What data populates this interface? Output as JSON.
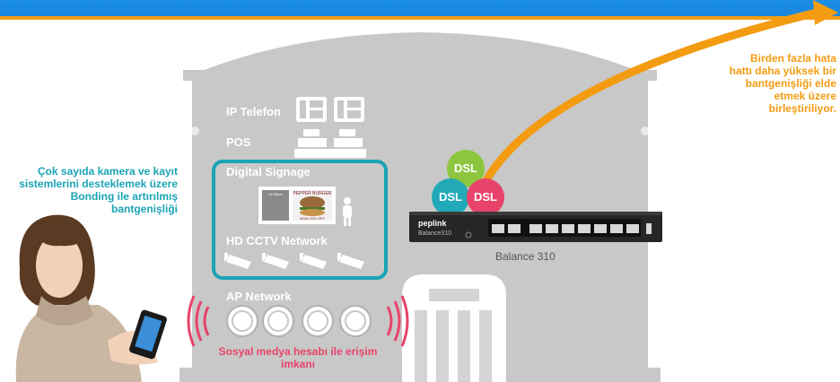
{
  "colors": {
    "topbar": "#1b84d8",
    "accent_stripe": "#f39c12",
    "building": "#c8c8c8",
    "teal": "#1ba4b5",
    "orange": "#f39c12",
    "pink": "#e8436b",
    "dsl_green": "#8cc63f",
    "dsl_teal": "#22a9b8",
    "dsl_pink": "#e8436b"
  },
  "building": {
    "ip_phone_label": "IP Telefon",
    "pos_label": "POS",
    "digital_signage_label": "Digital Signage",
    "hd_cctv_label": "HD CCTV Network",
    "ap_network_label": "AP Network",
    "signage_screen_text": "PEPPER BURGER",
    "signage_offer_text": "NOW 20% OFF",
    "signage_time_text": "12:30pm"
  },
  "notes": {
    "left": "Çok sayıda kamera ve kayıt sistemlerini desteklemek üzere Bonding ile artırılmış bantgenişliği",
    "right": "Birden fazla hata hattı daha yüksek bir bantgenişliği elde etmek üzere birleştiriliyor.",
    "bottom": "Sosyal medya hesabı ile erişim imkanı"
  },
  "device": {
    "label": "Balance 310",
    "brand": "peplink",
    "model": "Balance310"
  },
  "dsl_bubbles": [
    "DSL",
    "DSL",
    "DSL"
  ],
  "icons": [
    "phone-icon",
    "pos-register-icon",
    "cctv-camera-icon",
    "wifi-access-point-icon",
    "person-icon",
    "smartphone-icon",
    "signal-waves-icon"
  ]
}
